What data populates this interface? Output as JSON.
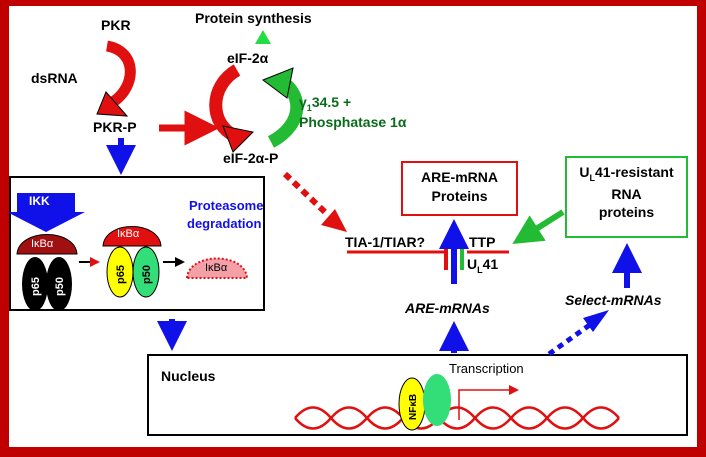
{
  "labels": {
    "pkr": "PKR",
    "dsrna": "dsRNA",
    "pkr_p": "PKR-P",
    "protein_synthesis": "Protein synthesis",
    "eif2a": "eIF-2α",
    "eif2a_p": "eIF-2α-P",
    "gamma_prefix": "γ",
    "gamma_sub": "1",
    "gamma_suffix": "34.5  +",
    "phosphatase": "Phosphatase 1α",
    "ikk": "IKK",
    "ikba": "IκBα",
    "p65": "p65",
    "p50": "p50",
    "proteasome": "Proteasome",
    "degradation": "degradation",
    "nucleus": "Nucleus",
    "transcription": "Transcription",
    "nfkb": "NFκB",
    "are_box_line1": "ARE-mRNA",
    "are_box_line2": "Proteins",
    "ul41_box_u": "U",
    "ul41_box_sub": "L",
    "ul41_box_line1_rest": "41-resistant",
    "ul41_box_line2": "RNA",
    "ul41_box_line3": "proteins",
    "tia": "TIA-1/TIAR?",
    "ttp": "TTP",
    "ul41_u": "U",
    "ul41_sub": "L",
    "ul41_num": "41",
    "are_mrnas": "ARE-mRNAs",
    "select_mrnas": "Select-mRNAs"
  },
  "colors": {
    "frame": "#c00000",
    "red": "#e01010",
    "green": "#22bb33",
    "blue": "#1010e8",
    "dark_red": "#a01010",
    "yellow": "#ffff00",
    "light_green": "#33dd77",
    "pink": "#f4a0a8"
  }
}
